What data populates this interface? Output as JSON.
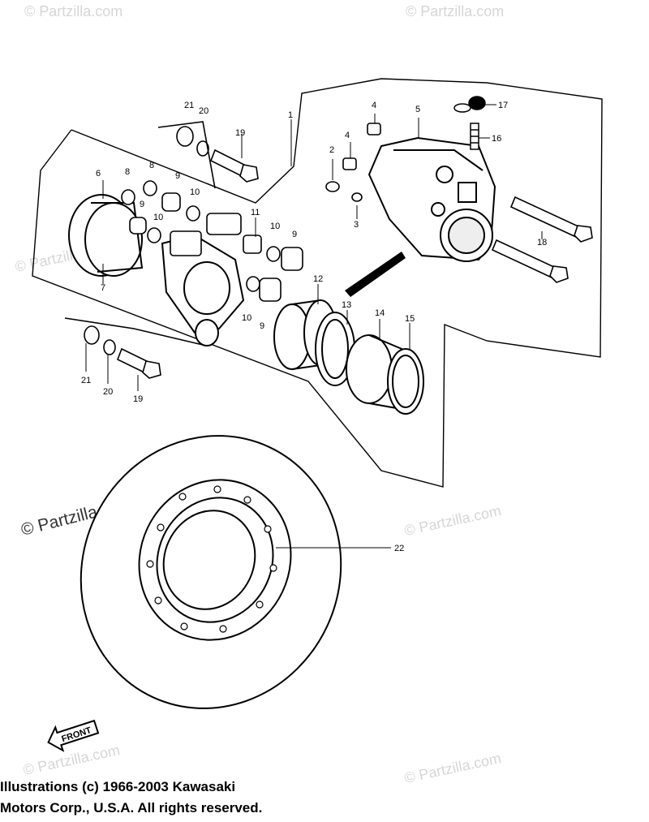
{
  "watermark": {
    "text": "Partzilla.com",
    "symbol": "©",
    "main_text": "© Partzilla.com"
  },
  "parts": {
    "p1": "1",
    "p2": "2",
    "p3": "3",
    "p4a": "4",
    "p4b": "4",
    "p5": "5",
    "p6": "6",
    "p7": "7",
    "p8a": "8",
    "p8b": "8",
    "p9a": "9",
    "p9b": "9",
    "p9c": "9",
    "p9d": "9",
    "p10a": "10",
    "p10b": "10",
    "p10c": "10",
    "p10d": "10",
    "p11": "11",
    "p12": "12",
    "p13": "13",
    "p14": "14",
    "p15": "15",
    "p16": "16",
    "p17": "17",
    "p18": "18",
    "p19a": "19",
    "p19b": "19",
    "p20a": "20",
    "p20b": "20",
    "p21a": "21",
    "p21b": "21",
    "p22": "22"
  },
  "front_arrow": "FRONT",
  "copyright": {
    "line1": "Illustrations (c) 1966-2003 Kawasaki",
    "line2": "Motors Corp., U.S.A.  All rights reserved."
  }
}
